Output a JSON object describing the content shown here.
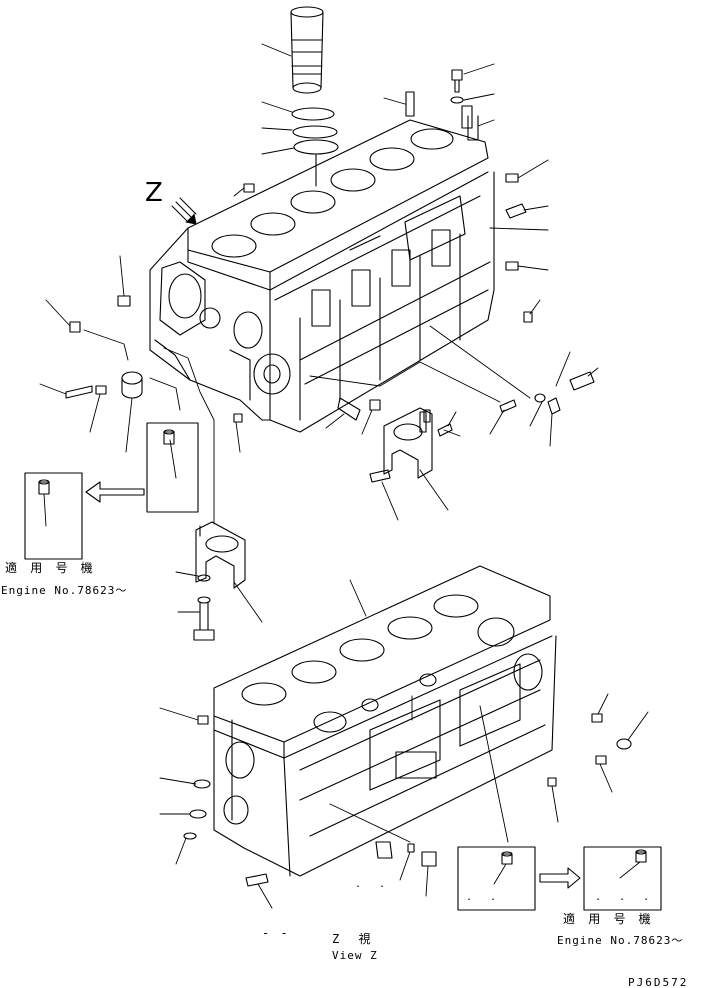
{
  "view_marker": {
    "letter": "Z"
  },
  "notes": {
    "serial_left": {
      "jp": "適 用 号 機",
      "en": "Engine No.78623～"
    },
    "serial_right": {
      "jp": "適 用 号 機",
      "en": "Engine No.78623～"
    },
    "view_z": {
      "jp": "Z  視",
      "en": "View Z"
    },
    "dashes": "- -",
    "dots_a": ". .",
    "dots_b": ". .",
    "dots_c": ". . ."
  },
  "drawing_code": "PJ6D572",
  "colors": {
    "ink": "#000000",
    "paper": "#ffffff"
  }
}
